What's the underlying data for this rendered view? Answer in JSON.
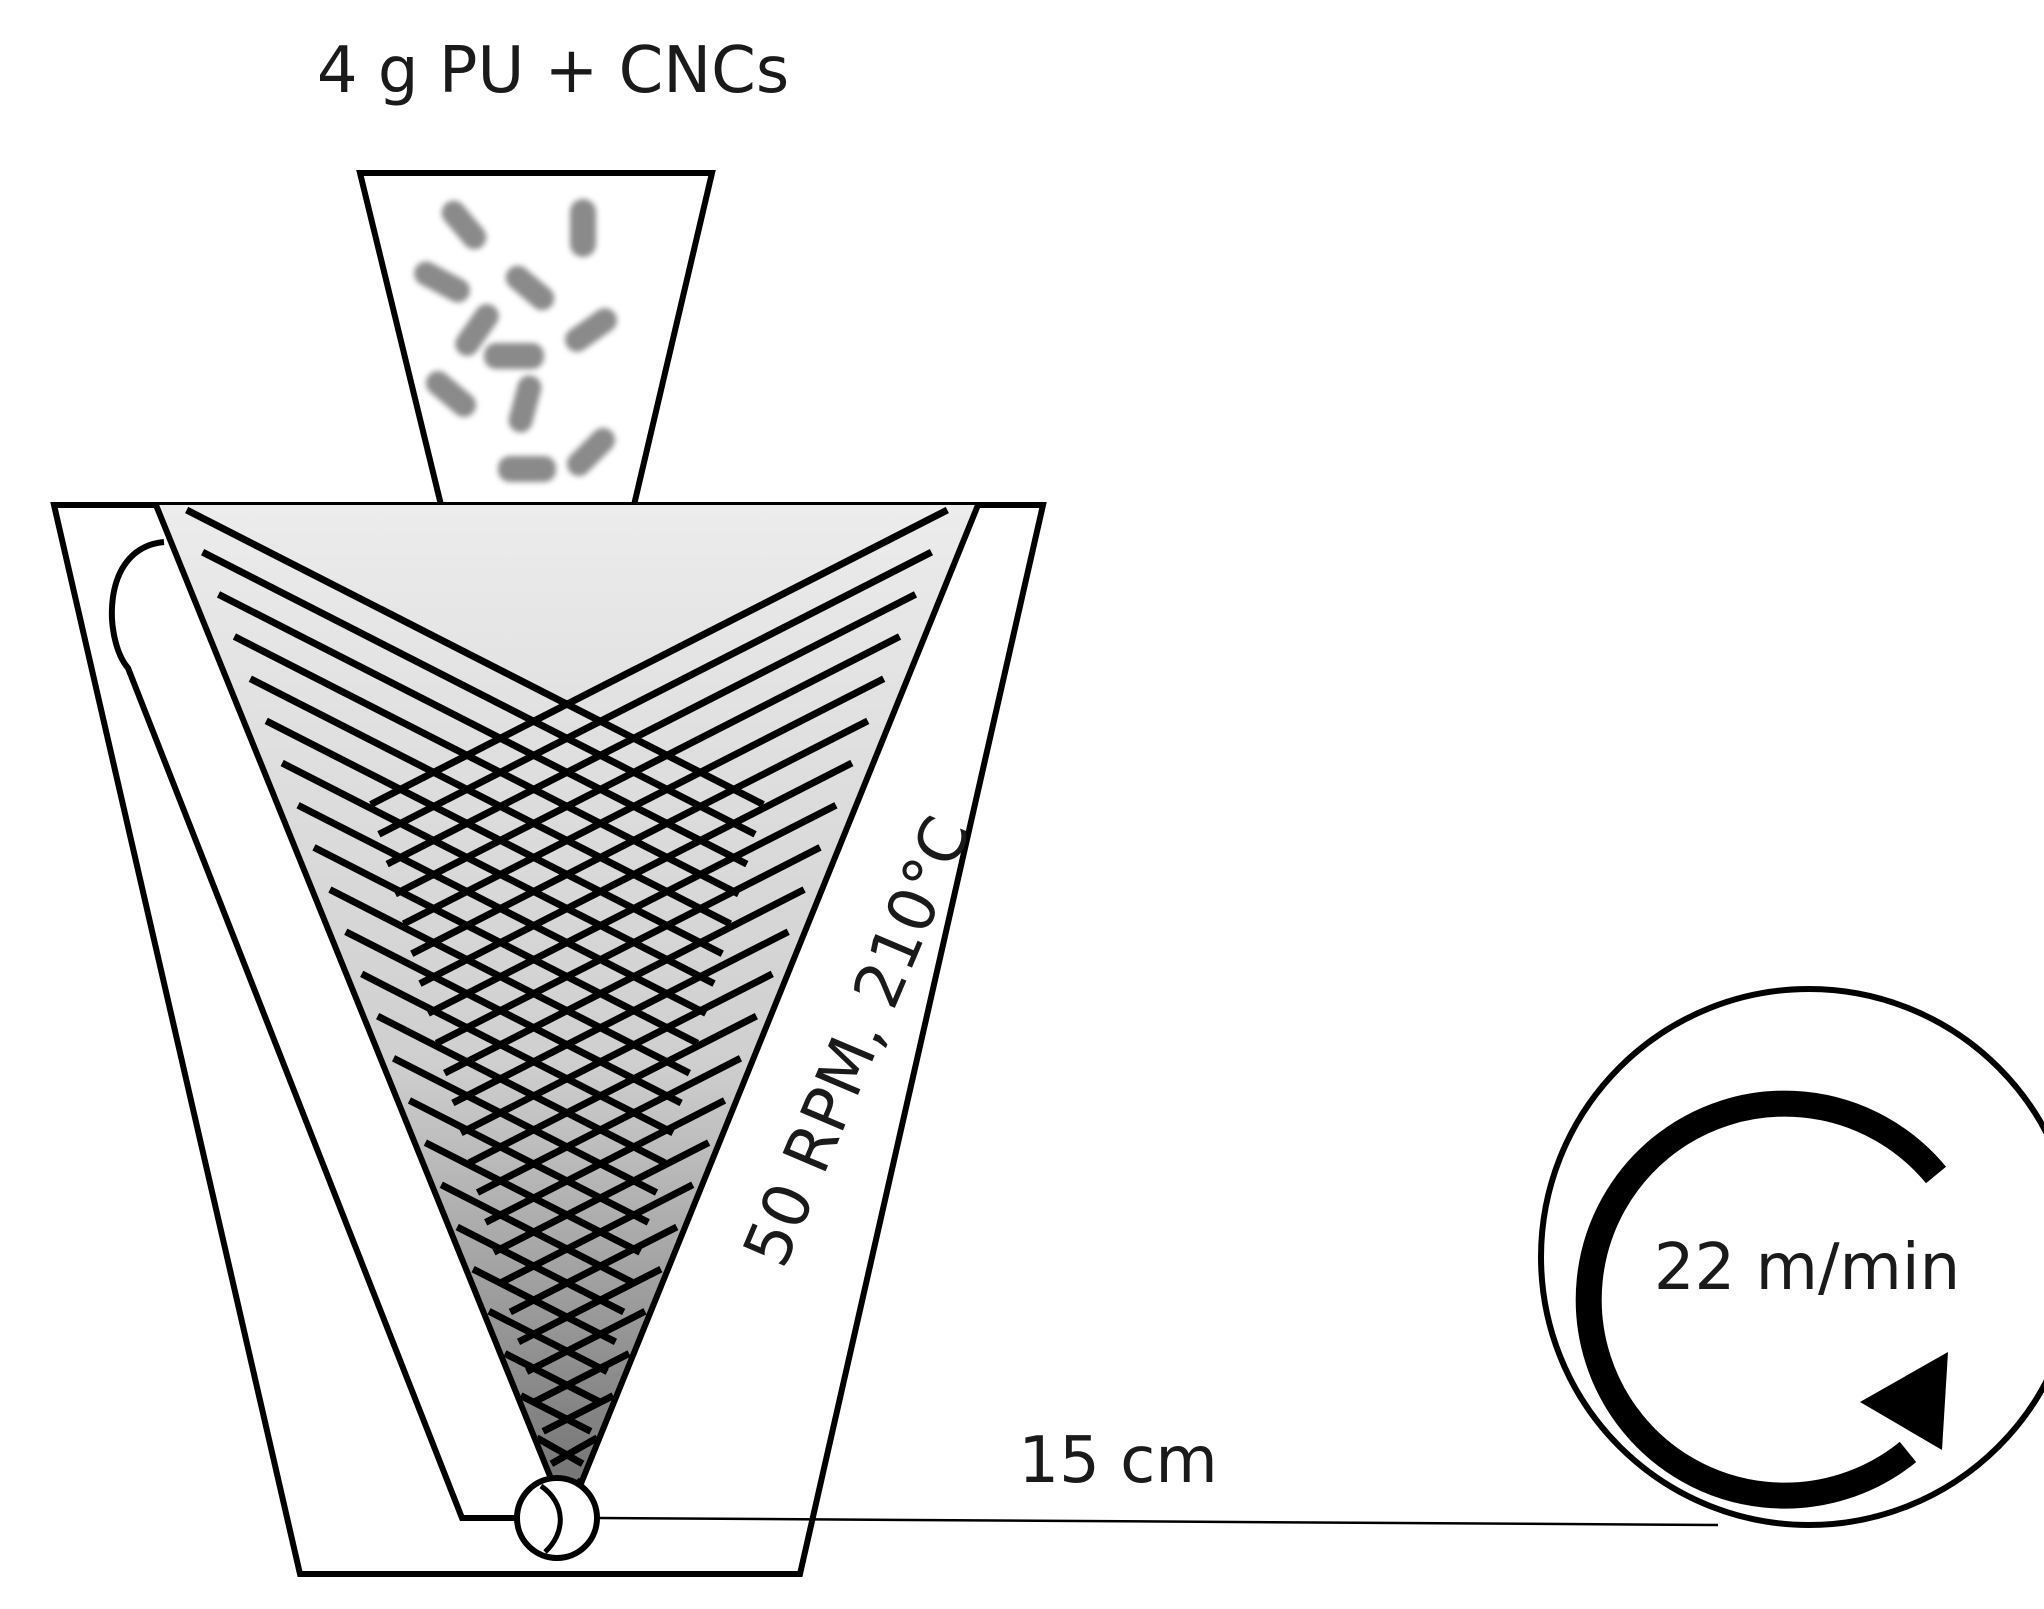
{
  "labels": {
    "feed": "4 g PU + CNCs",
    "extruder_settings": "50 RPM, 210°C",
    "distance": "15 cm",
    "take_up_speed": "22 m/min"
  },
  "icons": {
    "pellets": "pellets-icon",
    "rotation": "rotation-arrow-icon"
  },
  "colors": {
    "stroke": "#000000",
    "pellet": "#8a8a8a",
    "cone_top": "#ececec",
    "cone_bottom": "#6e6e6e"
  }
}
